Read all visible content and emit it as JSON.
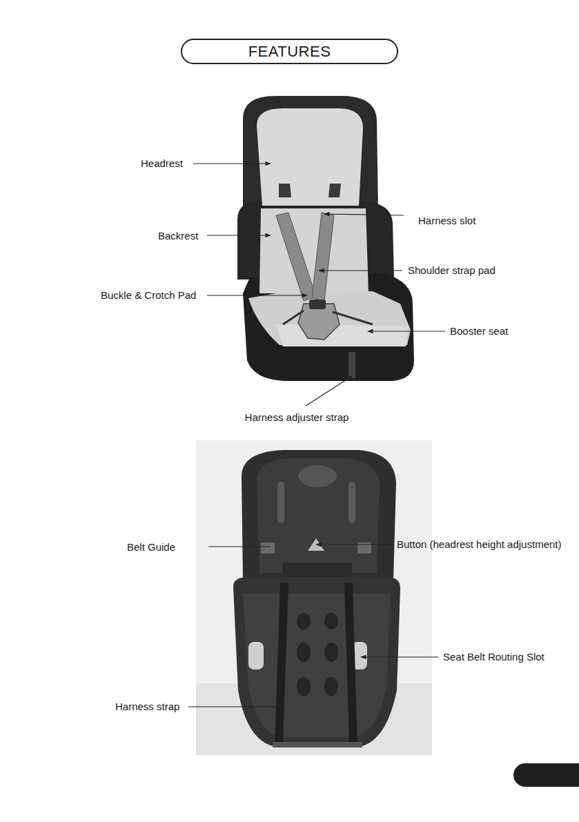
{
  "diagram": {
    "title": "FEATURES",
    "labels": [
      "Headrest",
      "Harness slot",
      "Backrest",
      "Shoulder strap pad",
      "Buckle & Crotch Pad",
      "Booster seat",
      "Harness adjuster strap",
      "Belt Guide",
      "Button (headrest height adjustment)",
      "Seat Belt Routing Slot",
      "Harness strap"
    ]
  }
}
